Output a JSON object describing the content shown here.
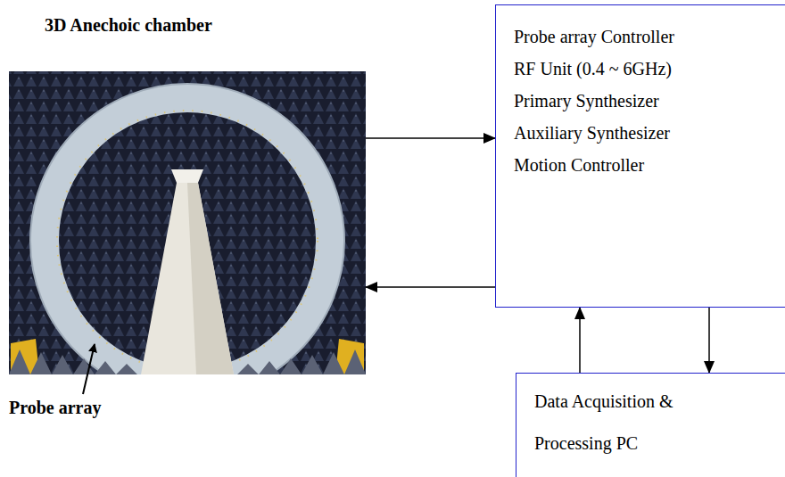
{
  "diagram": {
    "nodes": [
      {
        "text": [
          "3D Anechoic chamber"
        ]
      },
      {
        "text": [
          "Probe array Controller",
          "RF Unit (0.4 ~ 6GHz)",
          "Primary Synthesizer",
          "Auxiliary Synthesizer",
          "Motion Controller"
        ]
      },
      {
        "text": [
          "Data Acquisition & Processing PC"
        ]
      }
    ],
    "edges": [
      {
        "from": 0,
        "to": 1,
        "arrow": "to"
      },
      {
        "from": 1,
        "to": 0,
        "arrow": "to"
      },
      {
        "from": 2,
        "to": 1,
        "arrow": "to"
      },
      {
        "from": 1,
        "to": 2,
        "arrow": "to"
      }
    ],
    "labels": [
      "Probe array"
    ]
  }
}
